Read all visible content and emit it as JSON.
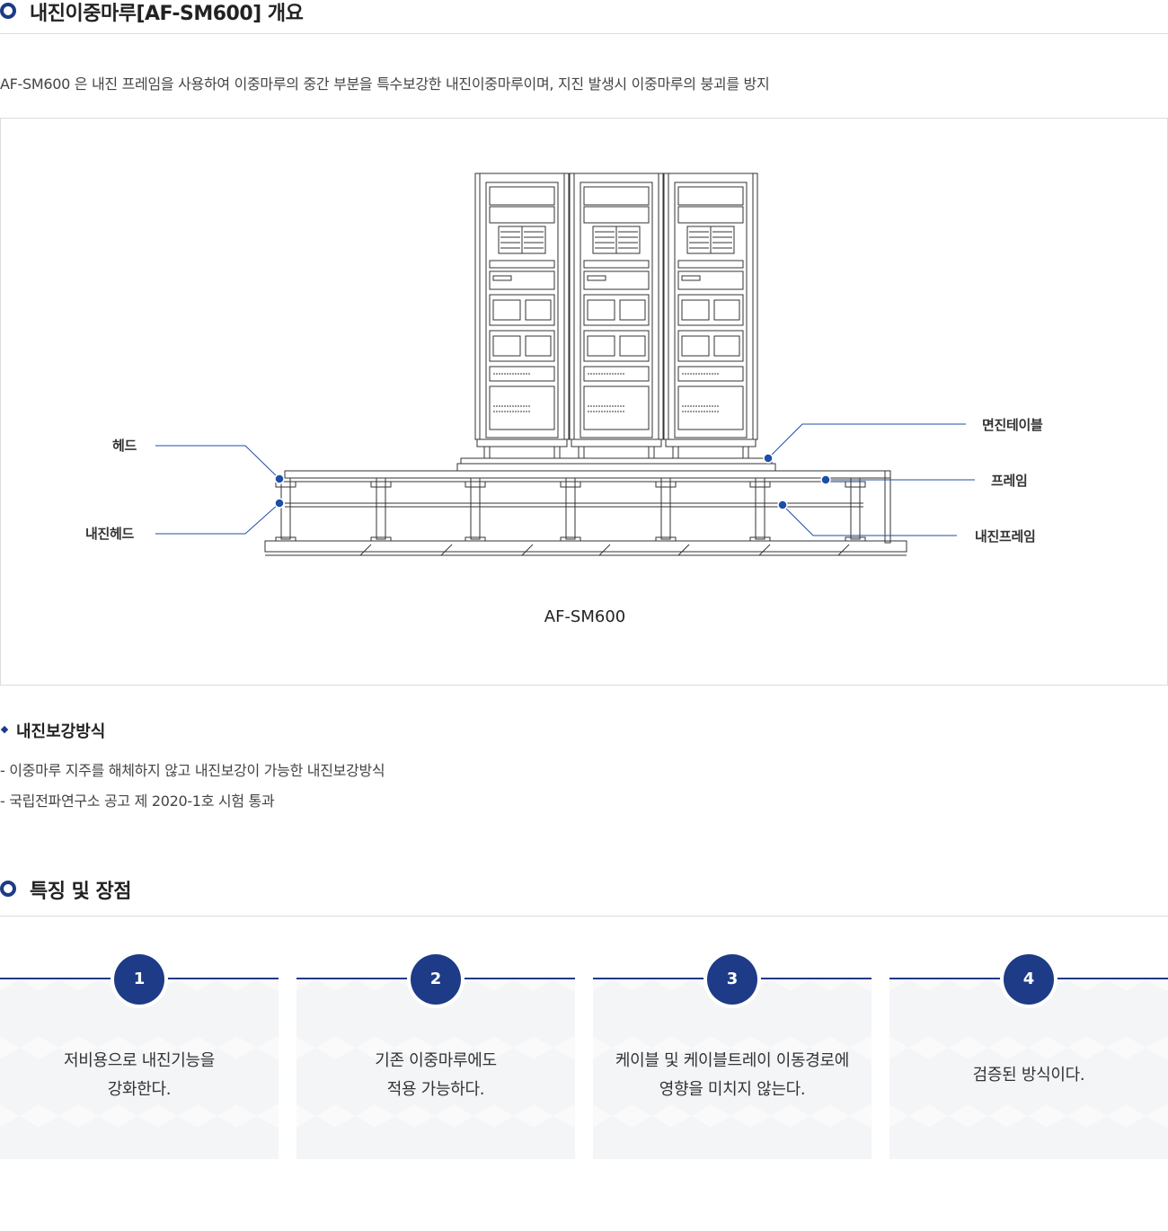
{
  "overview": {
    "title": "내진이중마루[AF-SM600] 개요",
    "intro": "AF-SM600 은 내진 프레임을 사용하여 이중마루의 중간 부분을 특수보강한 내진이중마루이며, 지진 발생시 이중마루의 붕괴를 방지"
  },
  "diagram": {
    "callouts": {
      "head": "헤드",
      "seismic_head": "내진헤드",
      "isolation_table": "면진테이블",
      "frame": "프레임",
      "seismic_frame": "내진프레임"
    },
    "model": "AF-SM600",
    "accent_color": "#1d4ea8"
  },
  "method": {
    "title": "내진보강방식",
    "items": [
      "- 이중마루 지주를 해체하지 않고 내진보강이 가능한 내진보강방식",
      "- 국립전파연구소 공고 제 2020-1호 시험 통과"
    ]
  },
  "features": {
    "title": "특징 및 장점",
    "accent_color": "#1d3b86",
    "items": [
      {
        "num": "1",
        "text": "저비용으로 내진기능을\n강화한다."
      },
      {
        "num": "2",
        "text": "기존 이중마루에도\n적용 가능하다."
      },
      {
        "num": "3",
        "text": "케이블 및 케이블트레이 이동경로에\n영향을 미치지 않는다."
      },
      {
        "num": "4",
        "text": "검증된 방식이다."
      }
    ]
  }
}
